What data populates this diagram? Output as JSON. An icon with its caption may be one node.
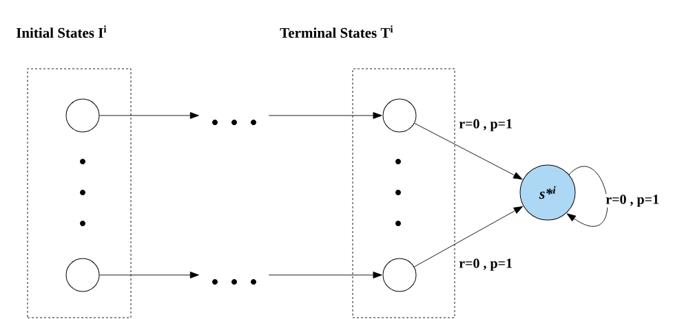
{
  "diagram": {
    "nodes": [
      {
        "text": [
          "Initial States I$^{i}$"
        ]
      },
      {
        "text": [
          "Terminal States T$^{i}$"
        ]
      },
      {
        "text": [],
        "shape": "circle",
        "in": 0
      },
      {
        "text": [],
        "shape": "circle",
        "in": 0
      },
      {
        "text": [],
        "shape": "dots"
      },
      {
        "text": [],
        "shape": "dots"
      },
      {
        "text": [],
        "shape": "circle",
        "in": 1
      },
      {
        "text": [],
        "shape": "circle",
        "in": 1
      },
      {
        "text": [
          "s*$^{i}$"
        ]
      }
    ],
    "edges": [
      {
        "from": 2,
        "to": 4,
        "arrow": "to"
      },
      {
        "from": 4,
        "to": 6,
        "arrow": "to"
      },
      {
        "from": 3,
        "to": 5,
        "arrow": "to"
      },
      {
        "from": 5,
        "to": 7,
        "arrow": "to"
      },
      {
        "from": 6,
        "to": 8,
        "arrow": "to",
        "label": "r=0 , p=1"
      },
      {
        "from": 7,
        "to": 8,
        "arrow": "to",
        "label": "r=0 , p=1"
      },
      {
        "from": 8,
        "to": 8,
        "arrow": "to",
        "label": "r=0 , p=1"
      }
    ]
  }
}
